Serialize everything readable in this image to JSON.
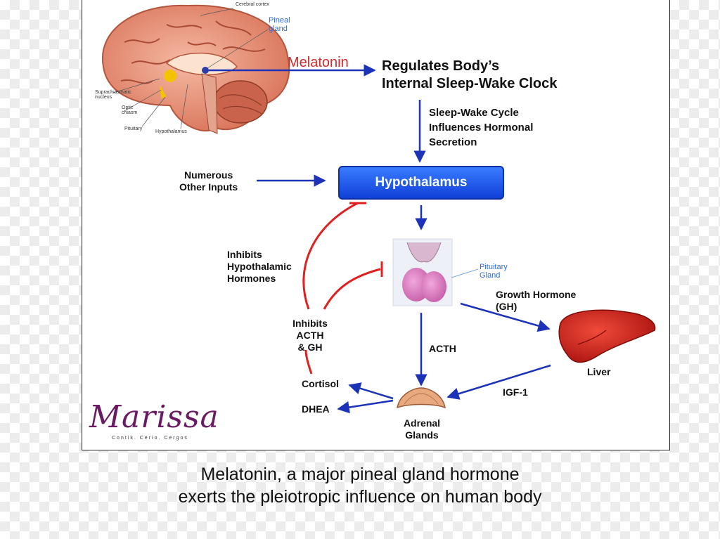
{
  "brain_labels": {
    "cerebral_cortex": "Cerebral cortex",
    "pineal_gland": "Pineal gland",
    "suprachiasmatic_nucleus": "Suprachiasmatic nucleus",
    "optic_chiasm": "Optic chiasm",
    "pituitary": "Pituitary",
    "hypothalamus": "Hypothalamus"
  },
  "melatonin": "Melatonin",
  "regulates_line1": "Regulates Body’s",
  "regulates_line2": "Internal Sleep-Wake Clock",
  "sleep_cycle": [
    "Sleep-Wake Cycle",
    "Influences Hormonal",
    "Secretion"
  ],
  "numerous_inputs": [
    "Numerous",
    "Other Inputs"
  ],
  "hypothalamus_box": "Hypothalamus",
  "inhibits_hypothalamic": [
    "Inhibits",
    "Hypothalamic",
    "Hormones"
  ],
  "pituitary_gland_label": [
    "Pituitary",
    "Gland"
  ],
  "growth_hormone": [
    "Growth Hormone",
    "(GH)"
  ],
  "inhibits_acth_gh": [
    "Inhibits",
    "ACTH",
    "& GH"
  ],
  "acth": "ACTH",
  "liver": "Liver",
  "igf1": "IGF-1",
  "cortisol": "Cortisol",
  "dhea": "DHEA",
  "adrenal": [
    "Adrenal",
    "Glands"
  ],
  "logo": {
    "word": "Marissa",
    "sub": "Contik. Cerio. Cergos"
  },
  "caption": [
    "Melatonin, a major pineal gland hormone",
    "exerts the pleiotropic influence on human body"
  ],
  "colors": {
    "arrow_blue": "#1c33b8",
    "inhibit_red": "#e02020",
    "melatonin_red": "#d42a2a",
    "box_blue": "#1b4ff0"
  }
}
